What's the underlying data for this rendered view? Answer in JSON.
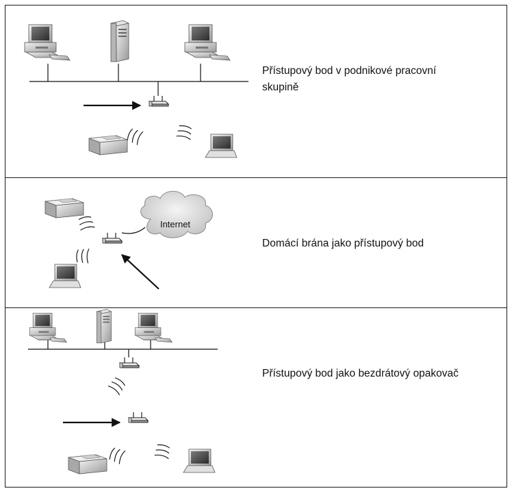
{
  "panels": [
    {
      "caption": "Přístupový bod v podnikové pracovní skupině"
    },
    {
      "caption": "Domácí brána jako přístupový bod",
      "cloud_label": "Internet"
    },
    {
      "caption": "Přístupový bod jako bezdrátový opakovač"
    }
  ]
}
